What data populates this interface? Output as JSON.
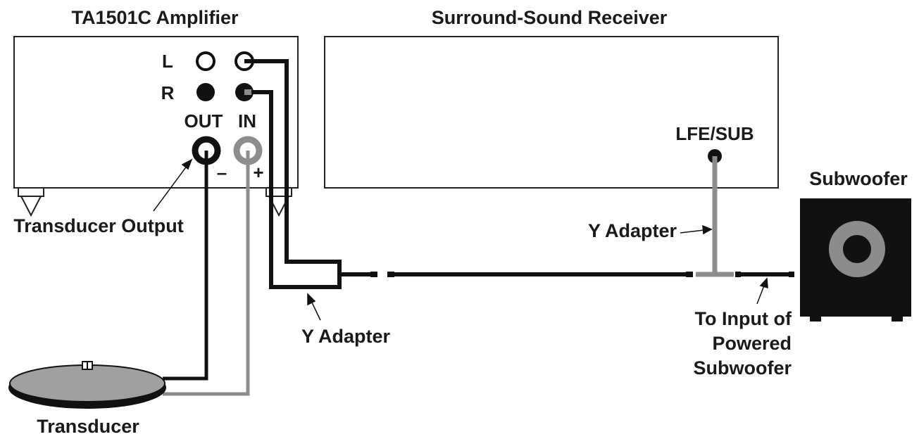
{
  "labels": {
    "amplifier_title": "TA1501C Amplifier",
    "receiver_title": "Surround-Sound Receiver",
    "subwoofer_title": "Subwoofer",
    "channel_left": "L",
    "channel_right": "R",
    "out_label": "OUT",
    "in_label": "IN",
    "minus_sign": "–",
    "plus_sign": "+",
    "lfe_sub": "LFE/SUB",
    "transducer_output": "Transducer Output",
    "y_adapter_receiver": "Y Adapter",
    "y_adapter_amp": "Y Adapter",
    "to_input_line1": "To Input of",
    "to_input_line2": "Powered",
    "to_input_line3": "Subwoofer",
    "transducer": "Transducer"
  },
  "colors": {
    "outline": "#222222",
    "black_cable": "#111111",
    "gray_cable": "#8c8c8c",
    "transducer_plate": "#a0a0a0",
    "subwoofer_body": "#111111",
    "subwoofer_cone": "#8c8c8c"
  }
}
